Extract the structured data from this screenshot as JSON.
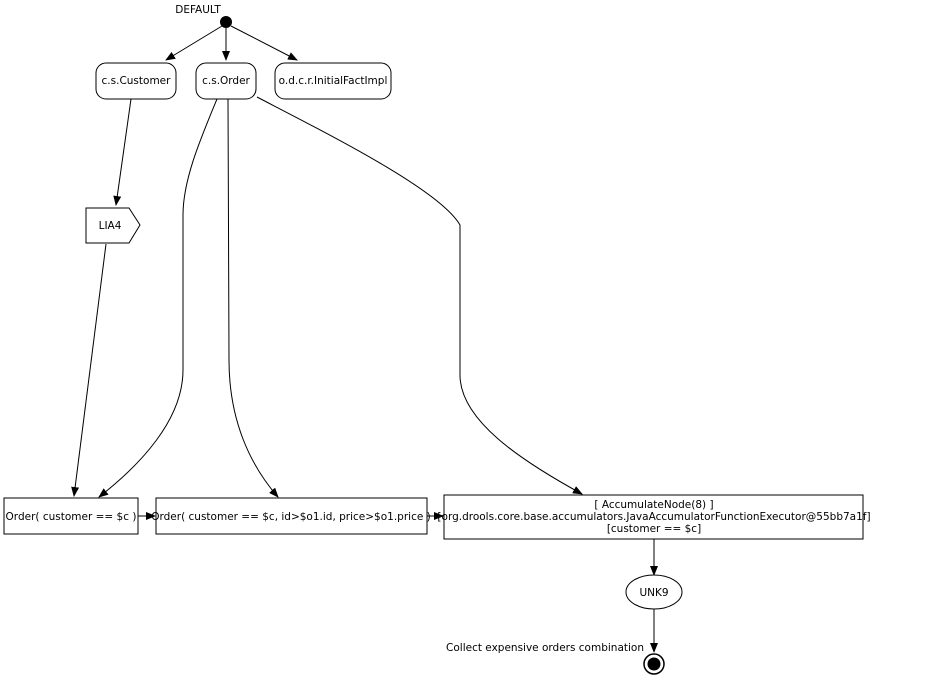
{
  "start_label": "DEFAULT",
  "nodes": {
    "customer_type": "c.s.Customer",
    "order_type": "c.s.Order",
    "initial_fact": "o.d.c.r.InitialFactImpl",
    "lia": "LIA4",
    "join1": "Order( customer == $c )",
    "join2": "Order( customer == $c, id>$o1.id, price>$o1.price )",
    "accumulate_line1": "[ AccumulateNode(8) ]",
    "accumulate_line2": "[org.drools.core.base.accumulators.JavaAccumulatorFunctionExecutor@55bb7a1f]",
    "accumulate_line3": "[customer == $c]",
    "unk": "UNK9"
  },
  "end_label": "Collect expensive orders combination"
}
